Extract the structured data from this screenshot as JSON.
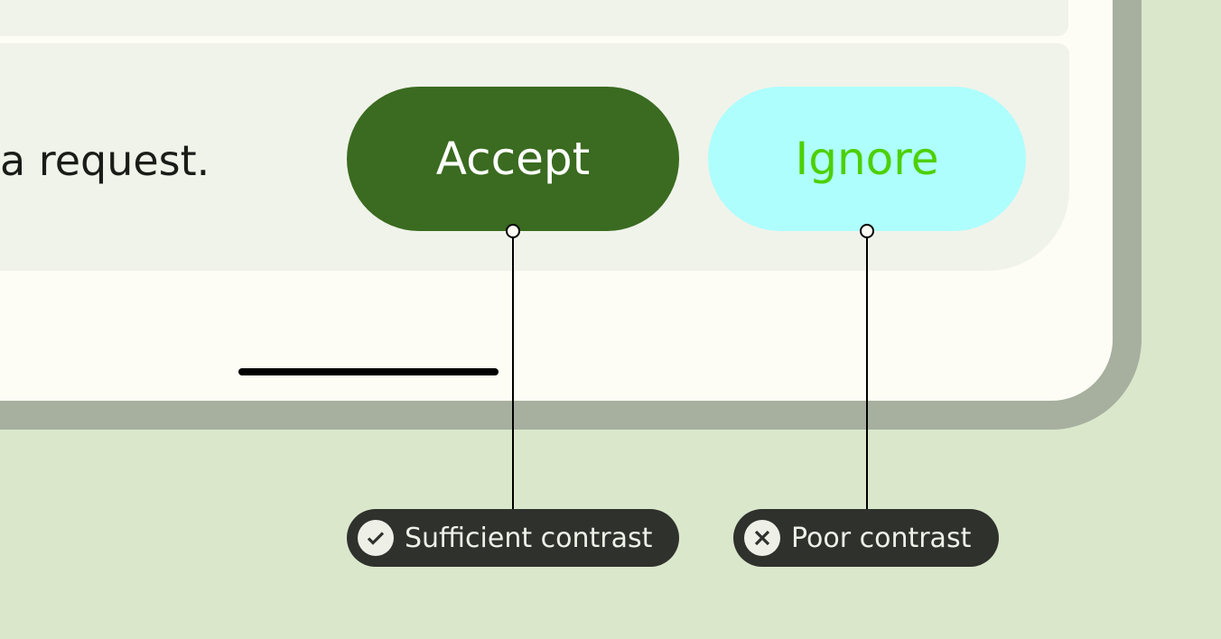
{
  "message": {
    "text": "a request."
  },
  "buttons": {
    "accept": "Accept",
    "ignore": "Ignore"
  },
  "annotations": [
    {
      "label": "Sufficient contrast",
      "icon": "check-icon"
    },
    {
      "label": "Poor contrast",
      "icon": "close-icon"
    }
  ],
  "colors": {
    "accept_bg": "#3a6b20",
    "accept_text": "#ffffff",
    "ignore_bg": "#aefefe",
    "ignore_text": "#4cd000",
    "background": "#dae7cb"
  }
}
